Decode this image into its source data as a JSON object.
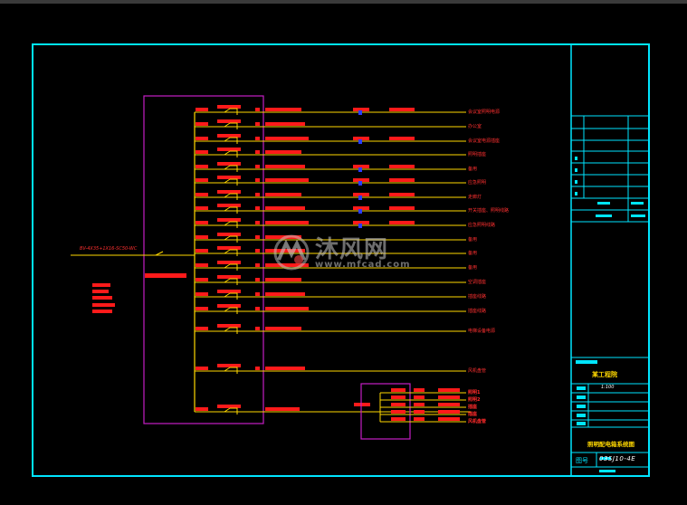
{
  "titleblock": {
    "company": "某工程院",
    "scale": "1:100",
    "drawing_title": "照明配电箱系统图",
    "drawing_no_label": "图号",
    "drawing_no": "03SJ10-4E"
  },
  "incoming": {
    "label": "BV-4X35+1X16-SC50-WC"
  },
  "branches": [
    {
      "name": "会议室照明电源"
    },
    {
      "name": "办公室"
    },
    {
      "name": "会议室电源插座"
    },
    {
      "name": "照明插座"
    },
    {
      "name": "备用"
    },
    {
      "name": "应急照明"
    },
    {
      "name": "走廊灯"
    },
    {
      "name": "开关插座、照明线路"
    },
    {
      "name": "应急照明线路"
    },
    {
      "name": "备用"
    },
    {
      "name": "备用"
    },
    {
      "name": "备用"
    },
    {
      "name": "空调插座"
    },
    {
      "name": "插座线路"
    },
    {
      "name": "插座线路"
    },
    {
      "name": "电梯设备电源"
    },
    {
      "name": "风机盘管"
    }
  ],
  "sub_panel": [
    "照明1",
    "照明2",
    "插座",
    "插座",
    "风机盘管"
  ],
  "watermark": {
    "brand": "沐风网",
    "url": "www.mfcad.com"
  },
  "colors": {
    "frame": "#00e5ff",
    "bus": "#ffd800",
    "device": "#ff1a1a",
    "box": "#c41ec4"
  }
}
